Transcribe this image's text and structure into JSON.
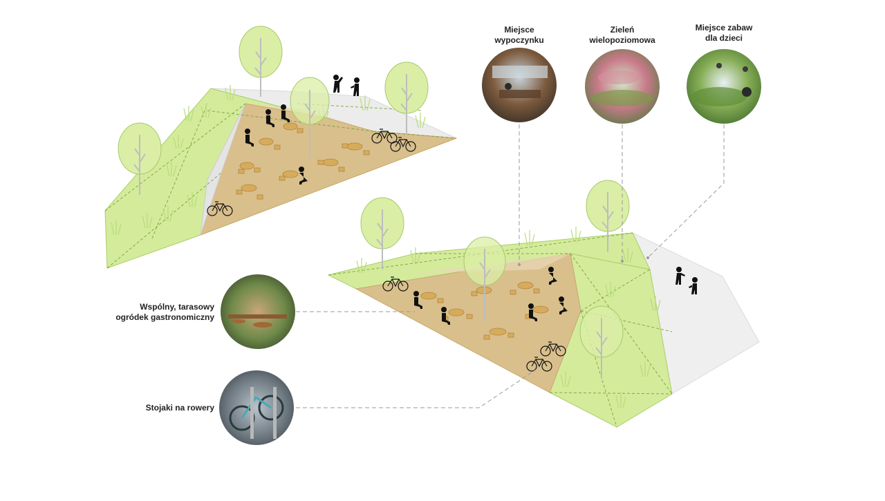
{
  "features": {
    "rest_area": {
      "line1": "Miejsce",
      "line2": "wypoczynku",
      "icon": "rest-area-photo-icon"
    },
    "multilevel_greenery": {
      "line1": "Zieleń",
      "line2": "wielopoziomowa",
      "icon": "greenery-photo-icon"
    },
    "playground": {
      "line1": "Miejsce zabaw",
      "line2": "dla dzieci",
      "icon": "playground-photo-icon"
    },
    "shared_garden": {
      "line1": "Wspólny, tarasowy",
      "line2": "ogródek gastronomiczny",
      "icon": "cafe-garden-photo-icon"
    },
    "bike_racks": {
      "line1": "Stojaki na rowery",
      "icon": "bike-rack-photo-icon"
    }
  },
  "colors": {
    "green_fill": "#d4eb9c",
    "green_stroke": "#9dc85a",
    "sand_fill": "#d9bf8c",
    "gray_fill": "#efefef",
    "tree_fill": "#dbeea6",
    "leader_line": "#9a9a9a"
  }
}
